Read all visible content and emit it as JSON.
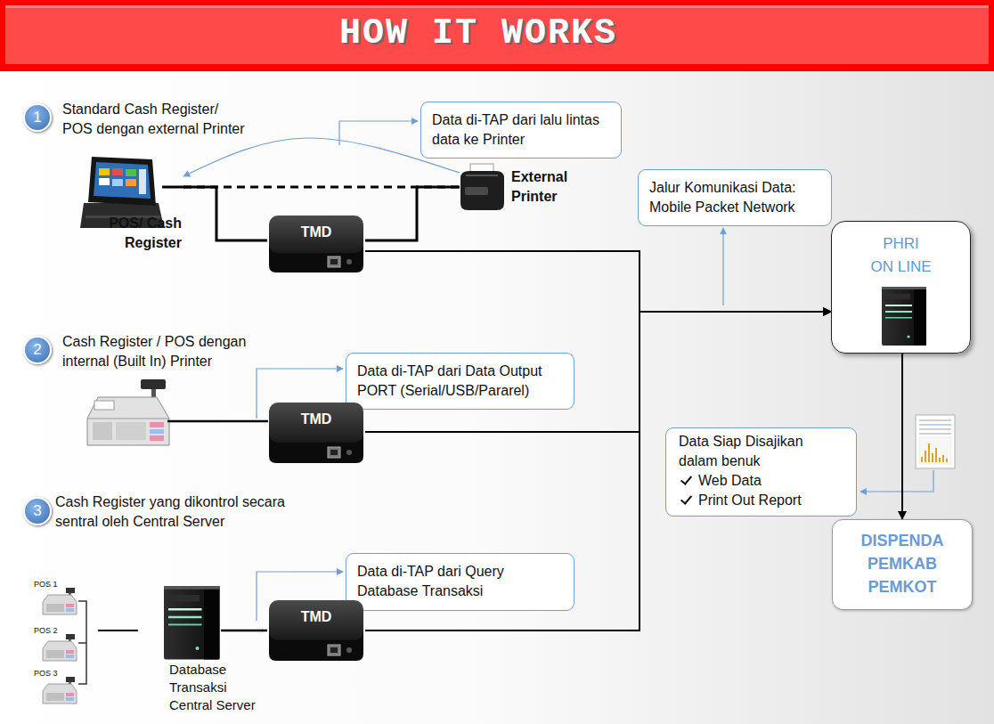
{
  "diagram": {
    "title": "HOW IT WORKS",
    "nodes": [
      {
        "text": [
          "1"
        ]
      },
      {
        "text": [
          "Data di-TAP dari lalu lintas data ke Printer"
        ]
      },
      {
        "text": [
          "POS/ Cash Register"
        ]
      },
      {
        "text": [
          "External Printer"
        ]
      },
      {
        "text": [
          "TMD"
        ]
      },
      {
        "text": [
          "Jalur Komunikasi Data: Mobile Packet Network"
        ]
      },
      {
        "text": [
          "PHRI ON LINE"
        ]
      },
      {
        "text": [
          "2"
        ]
      },
      {
        "text": [
          "Data di-TAP dari Data Output PORT (Serial/USB/Pararel)"
        ]
      },
      {
        "text": [
          "TMD"
        ]
      },
      {
        "text": [
          "Data Siap Disajikan dalam benuk",
          "Web Data",
          "Print Out Report"
        ]
      },
      {
        "text": [
          "3"
        ]
      },
      {
        "text": [
          "DISPENDA PEMKAB PEMKOT"
        ]
      },
      {
        "text": [
          "Data di-TAP dari Query Database Transaksi"
        ]
      },
      {
        "text": [
          "Database Transaksi Central Server"
        ]
      },
      {
        "text": [
          "TMD"
        ]
      }
    ],
    "edges": [
      {
        "from": 2,
        "to": 3,
        "arrow": "none"
      },
      {
        "from": 2,
        "to": 4,
        "arrow": "none"
      },
      {
        "from": 4,
        "to": 3,
        "arrow": "none"
      },
      {
        "from": 3,
        "to": 2,
        "arrow": "to"
      },
      {
        "from": 4,
        "to": 6,
        "arrow": "to"
      },
      {
        "from": 9,
        "to": 6,
        "arrow": "to"
      },
      {
        "from": 15,
        "to": 6,
        "arrow": "to"
      },
      {
        "from": 6,
        "to": 12,
        "arrow": "to"
      },
      {
        "from": 14,
        "to": 15,
        "arrow": "none"
      }
    ],
    "labels": [
      "Standard Cash Register/ POS dengan external Printer",
      "Cash Register / POS dengan internal (Built In) Printer",
      "Cash Register yang dikontrol secara sentral oleh Central Server",
      "POS 1",
      "POS 2",
      "POS 3"
    ]
  }
}
